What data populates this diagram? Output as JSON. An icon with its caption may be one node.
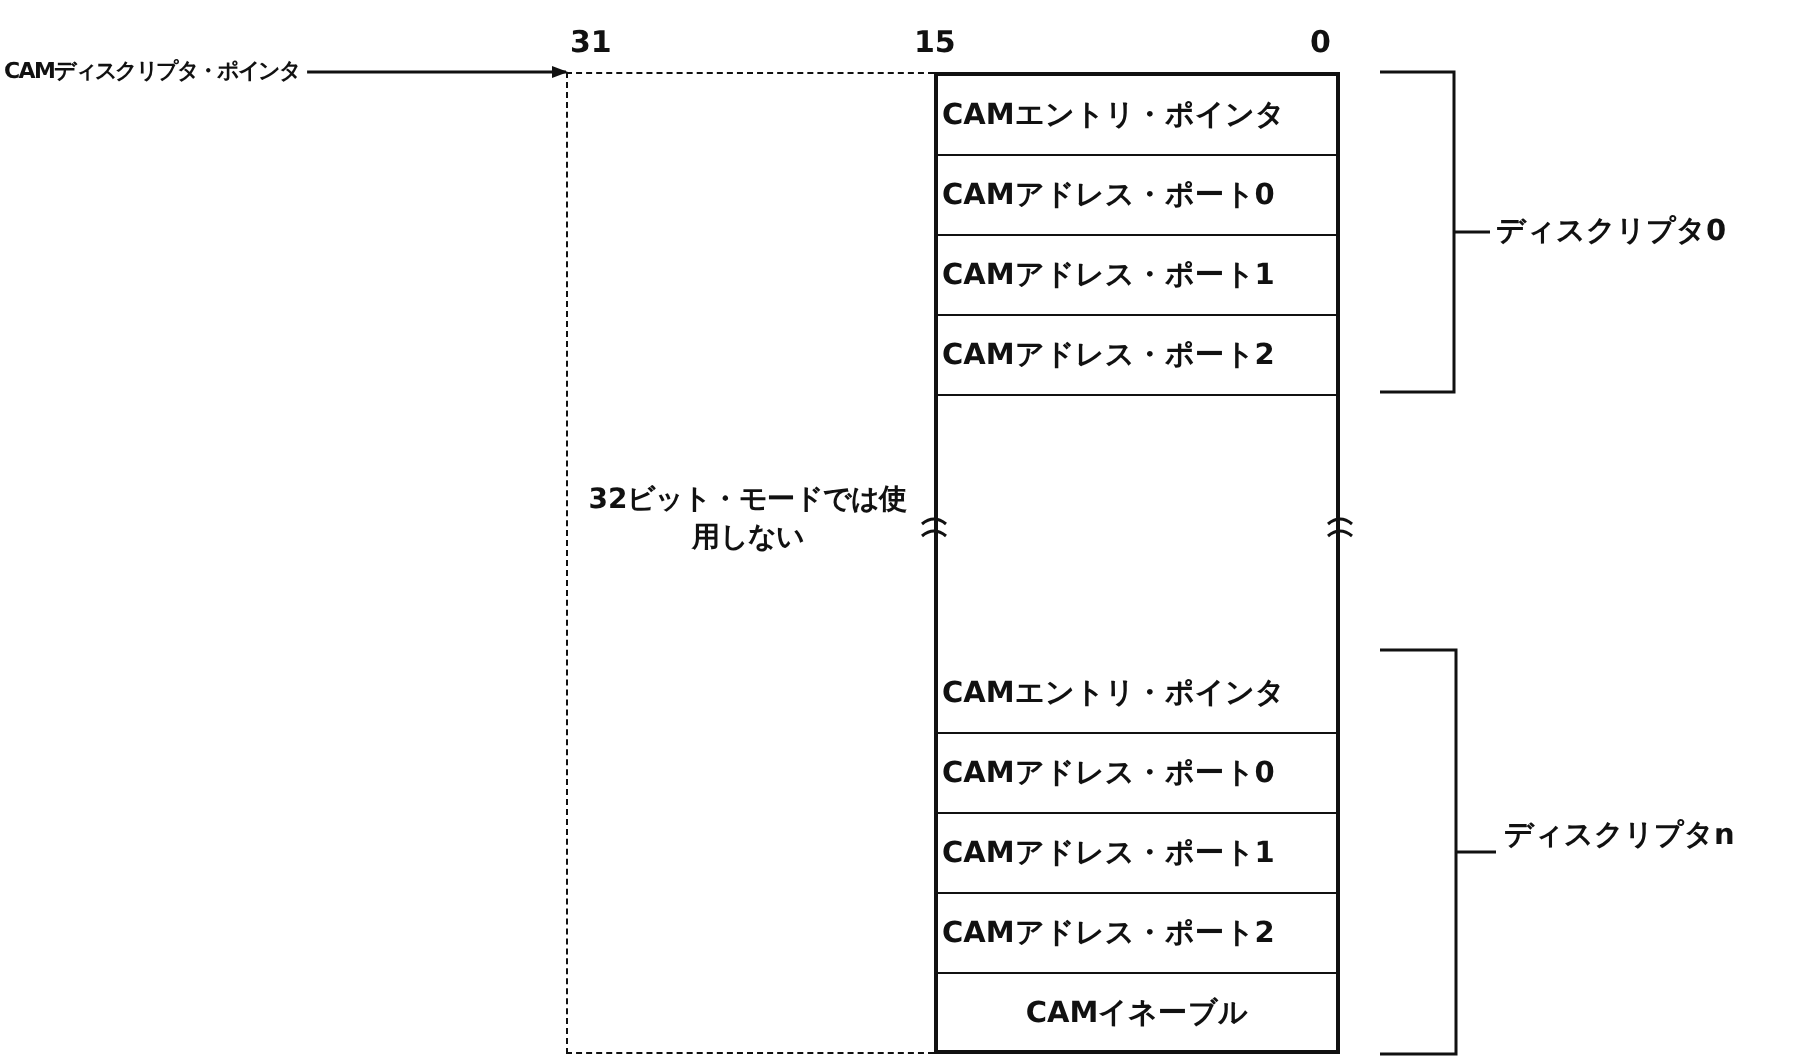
{
  "diagram": {
    "nodes": [
      {
        "text": [
          "CAMディスクリプタ・ポインタ"
        ]
      },
      {
        "text": [
          "32ビット・モードでは使用しない"
        ]
      },
      {
        "text": [],
        "shape": "box"
      },
      {
        "text": [
          "CAMエントリ・ポインタ"
        ],
        "in": 2
      },
      {
        "text": [
          "CAMアドレス・ポート0"
        ],
        "in": 2
      },
      {
        "text": [
          "CAMアドレス・ポート1"
        ],
        "in": 2
      },
      {
        "text": [
          "CAMアドレス・ポート2"
        ],
        "in": 2
      },
      {
        "text": [
          "CAMエントリ・ポインタ"
        ],
        "in": 2
      },
      {
        "text": [
          "CAMアドレス・ポート0"
        ],
        "in": 2
      },
      {
        "text": [
          "CAMアドレス・ポート1"
        ],
        "in": 2
      },
      {
        "text": [
          "CAMアドレス・ポート2"
        ],
        "in": 2
      },
      {
        "text": [
          "CAMイネーブル"
        ],
        "in": 2
      }
    ],
    "edges": [
      {
        "from": 0,
        "to": 1,
        "arrow": "to"
      }
    ],
    "labels": [
      "31",
      "15",
      "0",
      "ディスクリプタ0",
      "ディスクリプタn"
    ]
  }
}
